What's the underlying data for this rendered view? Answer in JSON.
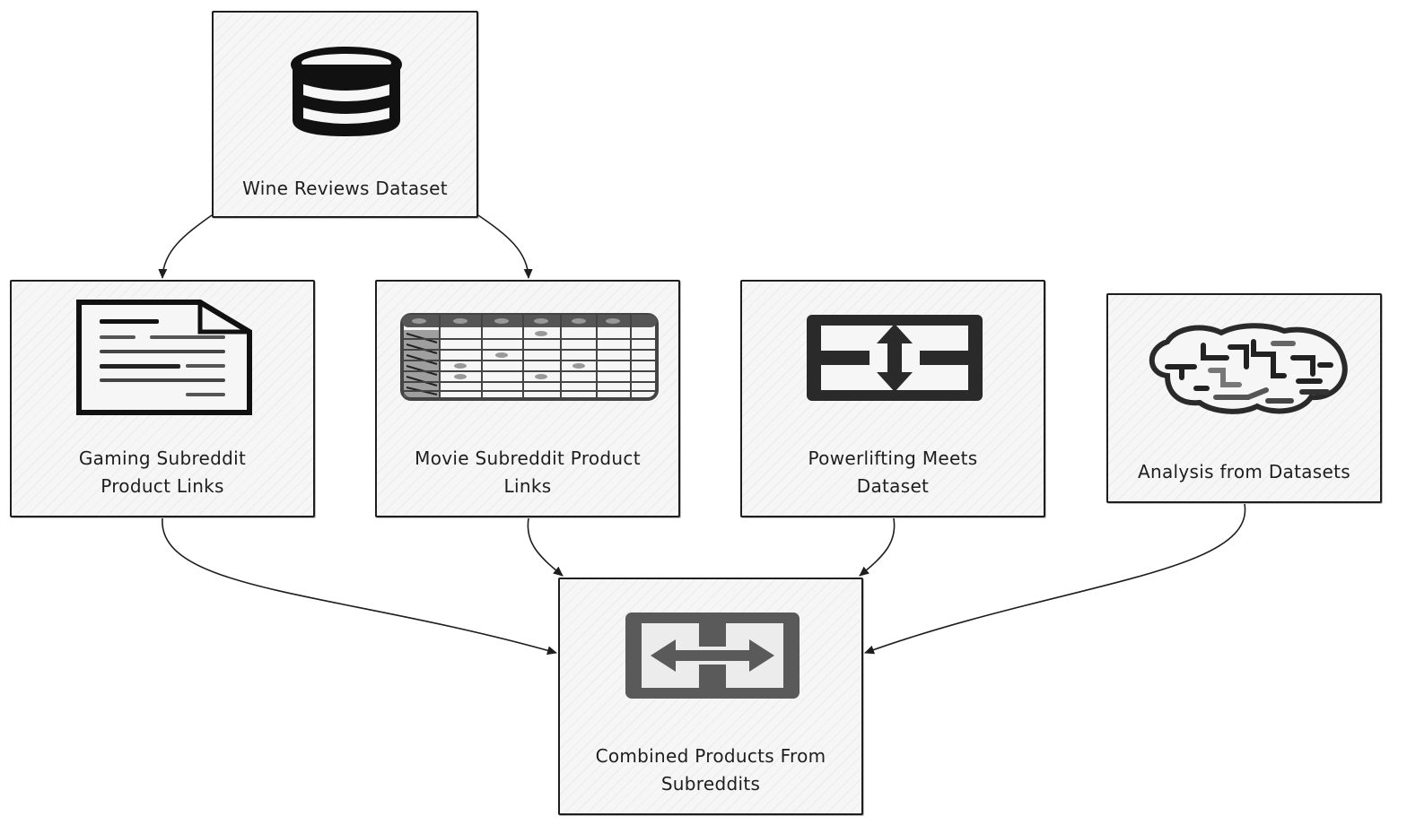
{
  "diagram": {
    "nodes": {
      "wine": {
        "label": "Wine Reviews Dataset",
        "icon": "database-icon"
      },
      "gaming": {
        "label_lines": [
          "Gaming Subreddit",
          "Product Links"
        ],
        "icon": "document-icon"
      },
      "movie": {
        "label_lines": [
          "Movie Subreddit Product",
          "Links"
        ],
        "icon": "table-icon"
      },
      "powerlifting": {
        "label_lines": [
          "Powerlifting Meets",
          "Dataset"
        ],
        "icon": "vertical-merge-icon"
      },
      "analysis": {
        "label": "Analysis from Datasets",
        "icon": "brain-icon"
      },
      "combined": {
        "label_lines": [
          "Combined Products From",
          "Subreddits"
        ],
        "icon": "horizontal-merge-icon"
      }
    },
    "edges": [
      {
        "from": "Wine Reviews Dataset",
        "to": "Gaming Subreddit Product Links"
      },
      {
        "from": "Wine Reviews Dataset",
        "to": "Movie Subreddit Product Links"
      },
      {
        "from": "Gaming Subreddit Product Links",
        "to": "Combined Products From Subreddits"
      },
      {
        "from": "Movie Subreddit Product Links",
        "to": "Combined Products From Subreddits"
      },
      {
        "from": "Powerlifting Meets Dataset",
        "to": "Combined Products From Subreddits"
      },
      {
        "from": "Analysis from Datasets",
        "to": "Combined Products From Subreddits"
      }
    ],
    "colors": {
      "stroke": "#1e1e1e",
      "fill": "#f6f6f6",
      "icon_gray": "#8c8c8c"
    }
  }
}
